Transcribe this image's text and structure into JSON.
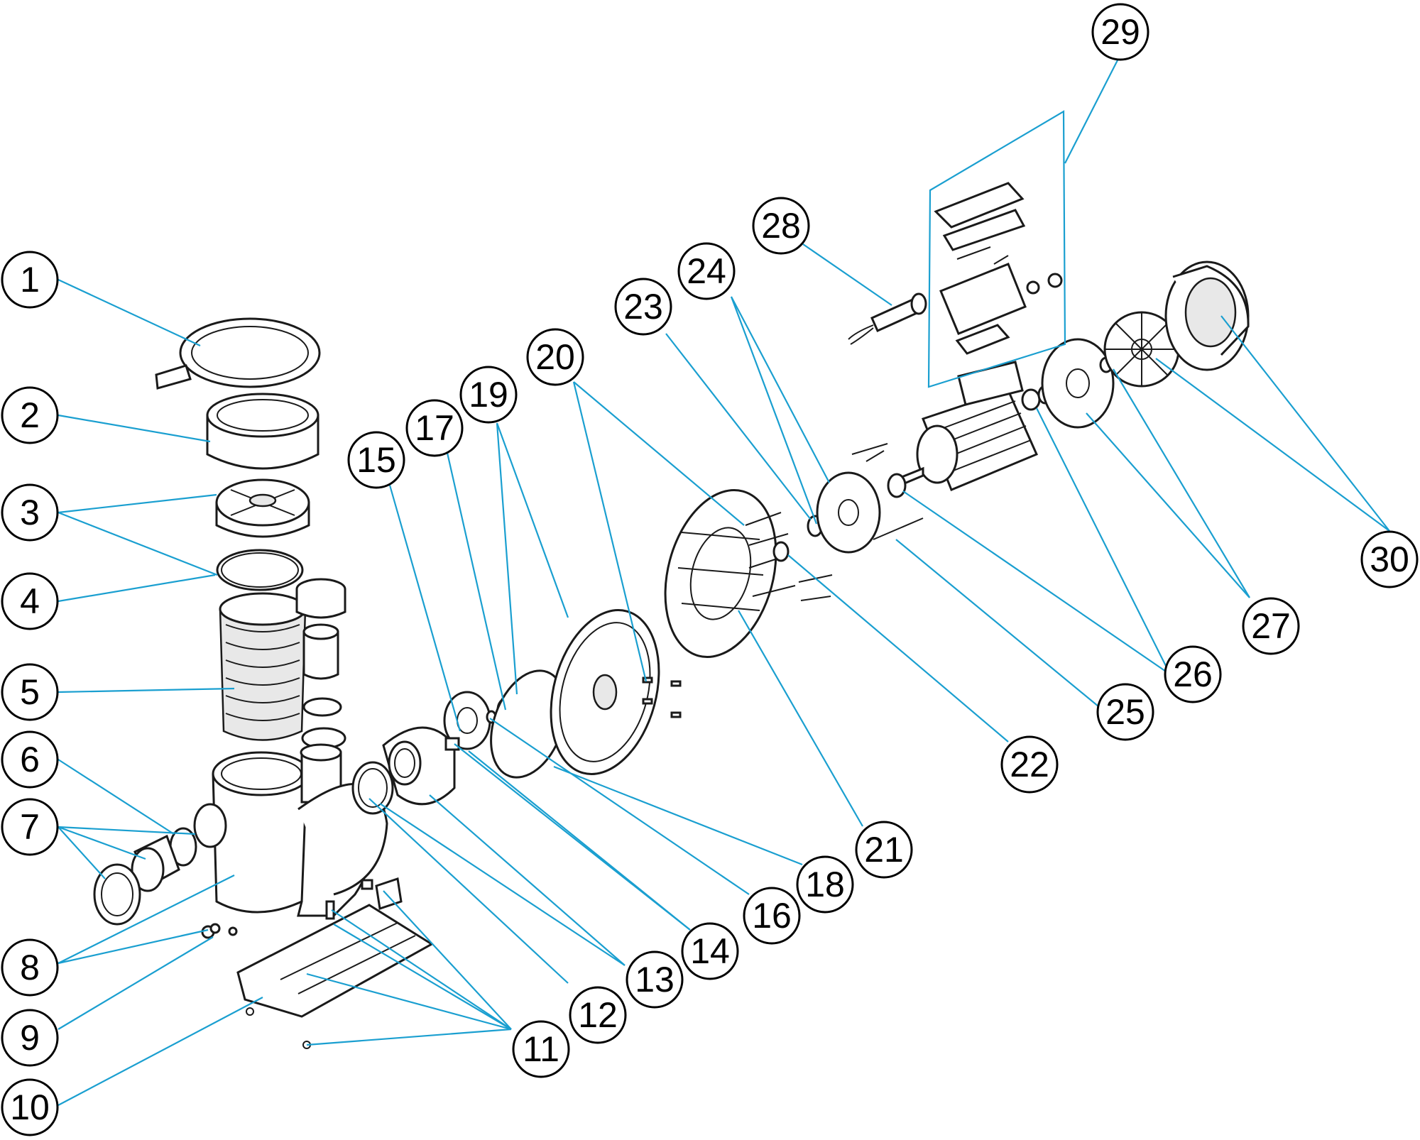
{
  "diagram": {
    "callouts": [
      {
        "id": "1",
        "label": "1"
      },
      {
        "id": "2",
        "label": "2"
      },
      {
        "id": "3",
        "label": "3"
      },
      {
        "id": "4",
        "label": "4"
      },
      {
        "id": "5",
        "label": "5"
      },
      {
        "id": "6",
        "label": "6"
      },
      {
        "id": "7",
        "label": "7"
      },
      {
        "id": "8",
        "label": "8"
      },
      {
        "id": "9",
        "label": "9"
      },
      {
        "id": "10",
        "label": "10"
      },
      {
        "id": "11",
        "label": "11"
      },
      {
        "id": "12",
        "label": "12"
      },
      {
        "id": "13",
        "label": "13"
      },
      {
        "id": "14",
        "label": "14"
      },
      {
        "id": "15",
        "label": "15"
      },
      {
        "id": "16",
        "label": "16"
      },
      {
        "id": "17",
        "label": "17"
      },
      {
        "id": "18",
        "label": "18"
      },
      {
        "id": "19",
        "label": "19"
      },
      {
        "id": "20",
        "label": "20"
      },
      {
        "id": "21",
        "label": "21"
      },
      {
        "id": "22",
        "label": "22"
      },
      {
        "id": "23",
        "label": "23"
      },
      {
        "id": "24",
        "label": "24"
      },
      {
        "id": "25",
        "label": "25"
      },
      {
        "id": "26",
        "label": "26"
      },
      {
        "id": "27",
        "label": "27"
      },
      {
        "id": "28",
        "label": "28"
      },
      {
        "id": "29",
        "label": "29"
      },
      {
        "id": "30",
        "label": "30"
      }
    ],
    "colors": {
      "leader": "#1a9fd0",
      "outline": "#000000",
      "background": "#ffffff"
    }
  }
}
